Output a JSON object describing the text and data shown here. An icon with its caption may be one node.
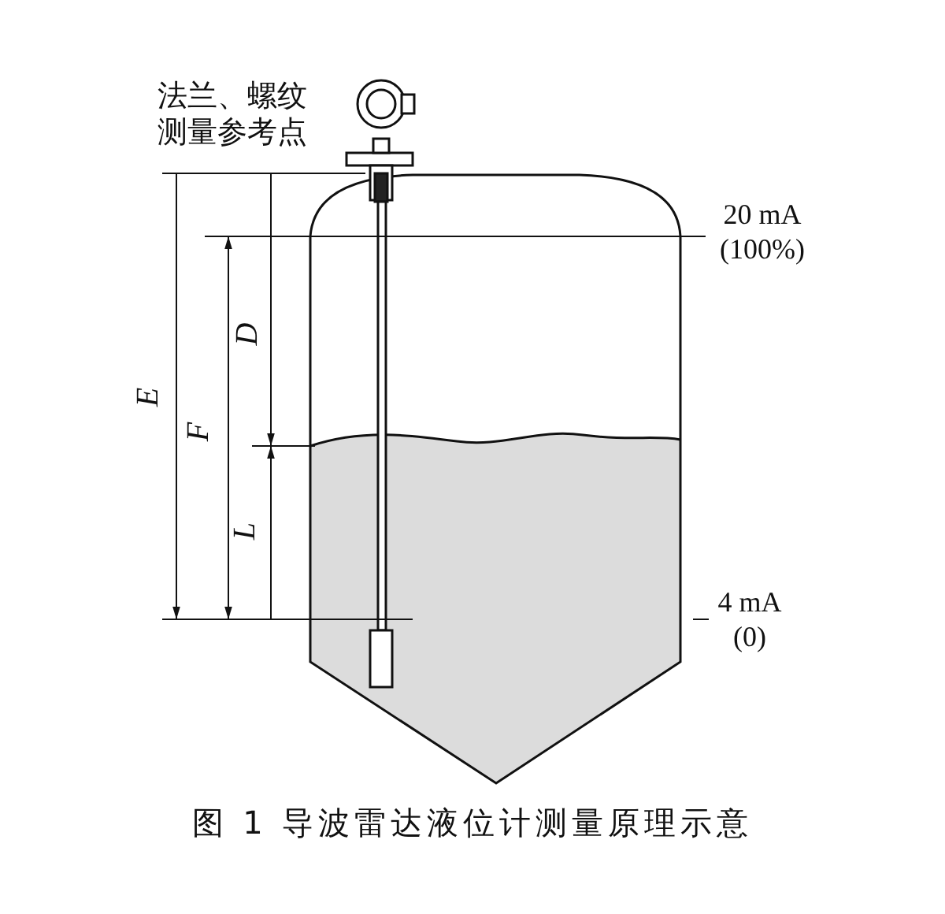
{
  "diagram": {
    "caption": "图 1 导波雷达液位计测量原理示意",
    "labels": [
      "法兰、螺纹测量参考点",
      "20 mA (100%)",
      "D",
      "E",
      "F",
      "L",
      "4 mA (0)"
    ]
  }
}
